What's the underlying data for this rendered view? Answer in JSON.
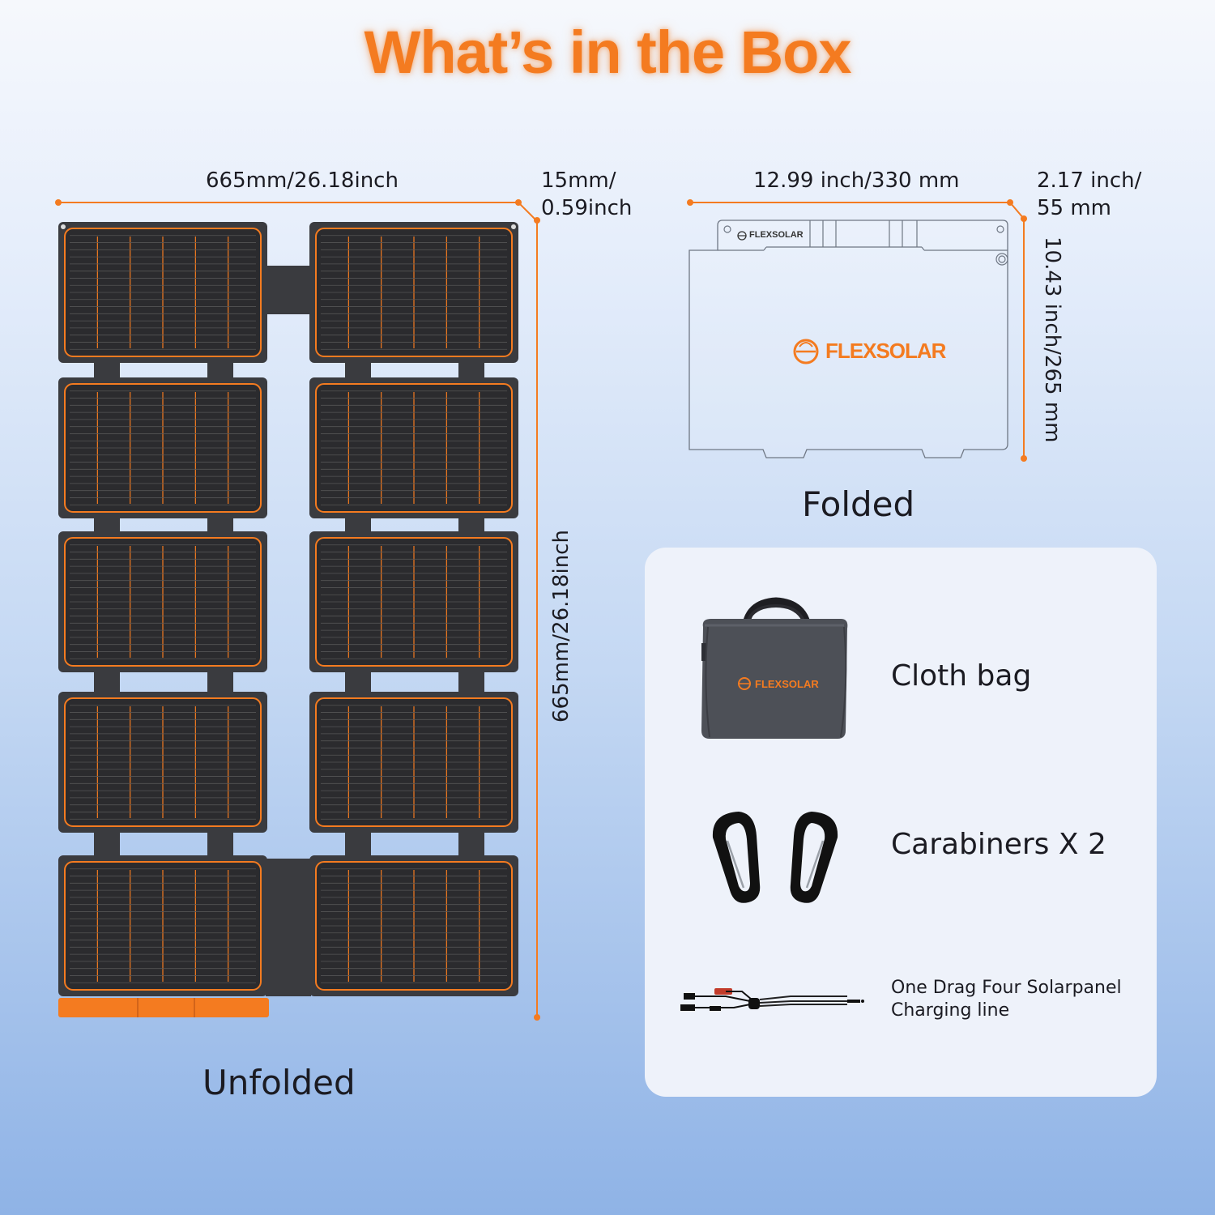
{
  "page": {
    "title": "What’s in the Box",
    "accent_color": "#f47b20"
  },
  "unfolded": {
    "width_label": "665mm/26.18inch",
    "thickness_label_line1": "15mm/",
    "thickness_label_line2": "0.59inch",
    "height_label": "665mm/26.18inch",
    "caption": "Unfolded"
  },
  "folded": {
    "width_label": "12.99 inch/330 mm",
    "thickness_label_line1": "2.17 inch/",
    "thickness_label_line2": "55 mm",
    "height_label": "10.43 inch/265 mm",
    "caption": "Folded",
    "brand_small": "FLEXSOLAR",
    "brand_large": "FLEXSOLAR"
  },
  "box_items": [
    {
      "label": "Cloth bag",
      "icon": "cloth-bag-icon",
      "brand": "FLEXSOLAR"
    },
    {
      "label": "Carabiners X 2",
      "icon": "carabiner-icon"
    },
    {
      "label": "One Drag Four Solarpanel Charging line",
      "icon": "charging-cable-icon"
    }
  ]
}
